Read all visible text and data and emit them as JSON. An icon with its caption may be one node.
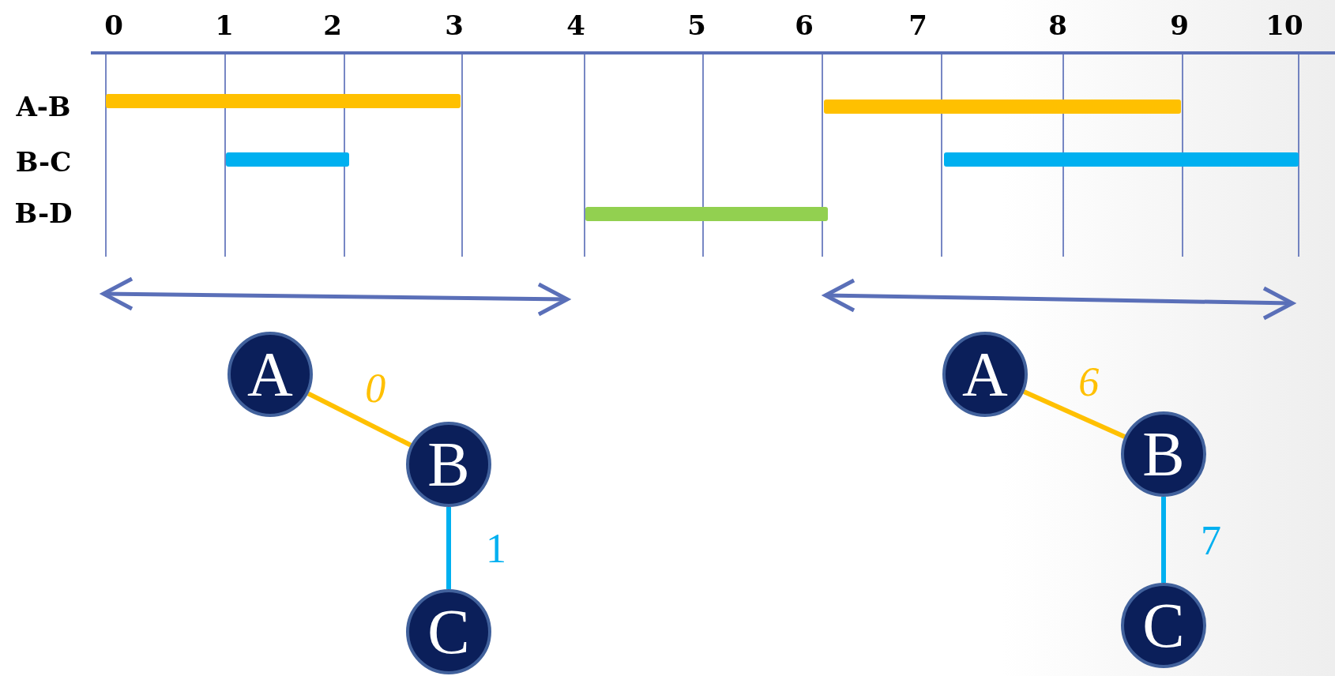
{
  "diagram": {
    "nodes": [
      {
        "text": [
          "A"
        ]
      },
      {
        "text": [
          "B"
        ]
      },
      {
        "text": [
          "C"
        ]
      },
      {
        "text": [
          "A"
        ]
      },
      {
        "text": [
          "B"
        ]
      },
      {
        "text": [
          "C"
        ]
      }
    ],
    "edges": [
      {
        "from": 0,
        "to": 1,
        "arrow": "none",
        "label": "0",
        "color": "#ffc000"
      },
      {
        "from": 1,
        "to": 2,
        "arrow": "none",
        "label": "1",
        "color": "#00b0f0"
      },
      {
        "from": 3,
        "to": 4,
        "arrow": "none",
        "label": "6",
        "color": "#ffc000"
      },
      {
        "from": 4,
        "to": 5,
        "arrow": "none",
        "label": "7",
        "color": "#00b0f0"
      }
    ],
    "labels": [
      "0",
      "1",
      "2",
      "3",
      "4",
      "5",
      "6",
      "7",
      "8",
      "9",
      "10",
      "A-B",
      "B-C",
      "B-D"
    ]
  }
}
